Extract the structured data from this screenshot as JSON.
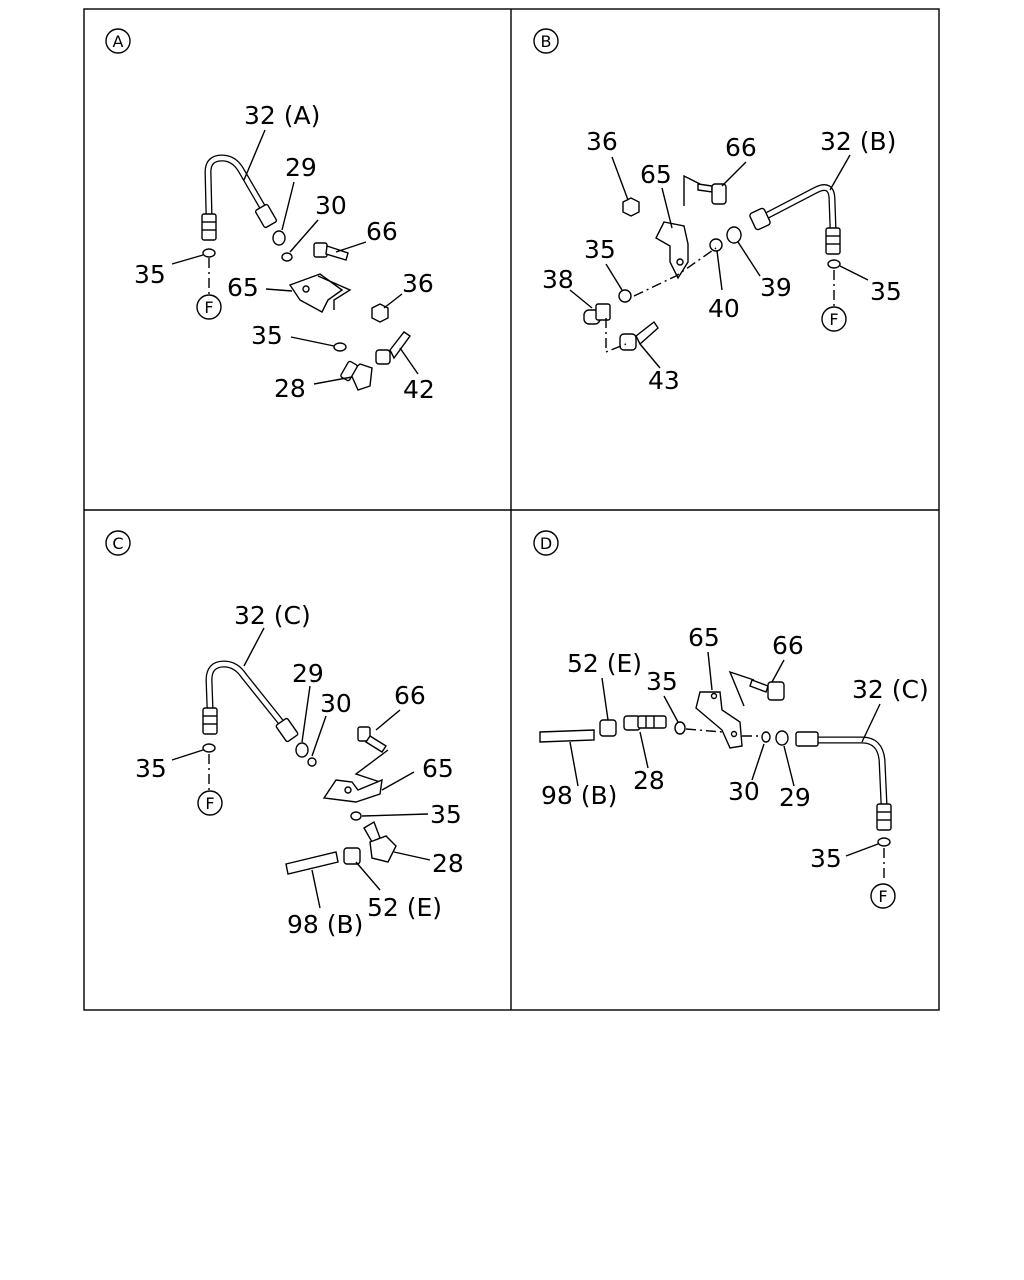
{
  "panels": [
    {
      "id": "A",
      "badge": "A",
      "labels": [
        "32 (A)",
        "29",
        "30",
        "66",
        "35",
        "65",
        "36",
        "35",
        "28",
        "42"
      ],
      "ref": "F"
    },
    {
      "id": "B",
      "badge": "B",
      "labels": [
        "36",
        "66",
        "65",
        "32 (B)",
        "35",
        "38",
        "40",
        "39",
        "35",
        "43"
      ],
      "ref": "F"
    },
    {
      "id": "C",
      "badge": "C",
      "labels": [
        "32 (C)",
        "29",
        "30",
        "66",
        "35",
        "65",
        "35",
        "28",
        "52 (E)",
        "98 (B)"
      ],
      "ref": "F"
    },
    {
      "id": "D",
      "badge": "D",
      "labels": [
        "65",
        "66",
        "52 (E)",
        "35",
        "32 (C)",
        "98 (B)",
        "28",
        "30",
        "29",
        "35"
      ],
      "ref": "F"
    }
  ]
}
